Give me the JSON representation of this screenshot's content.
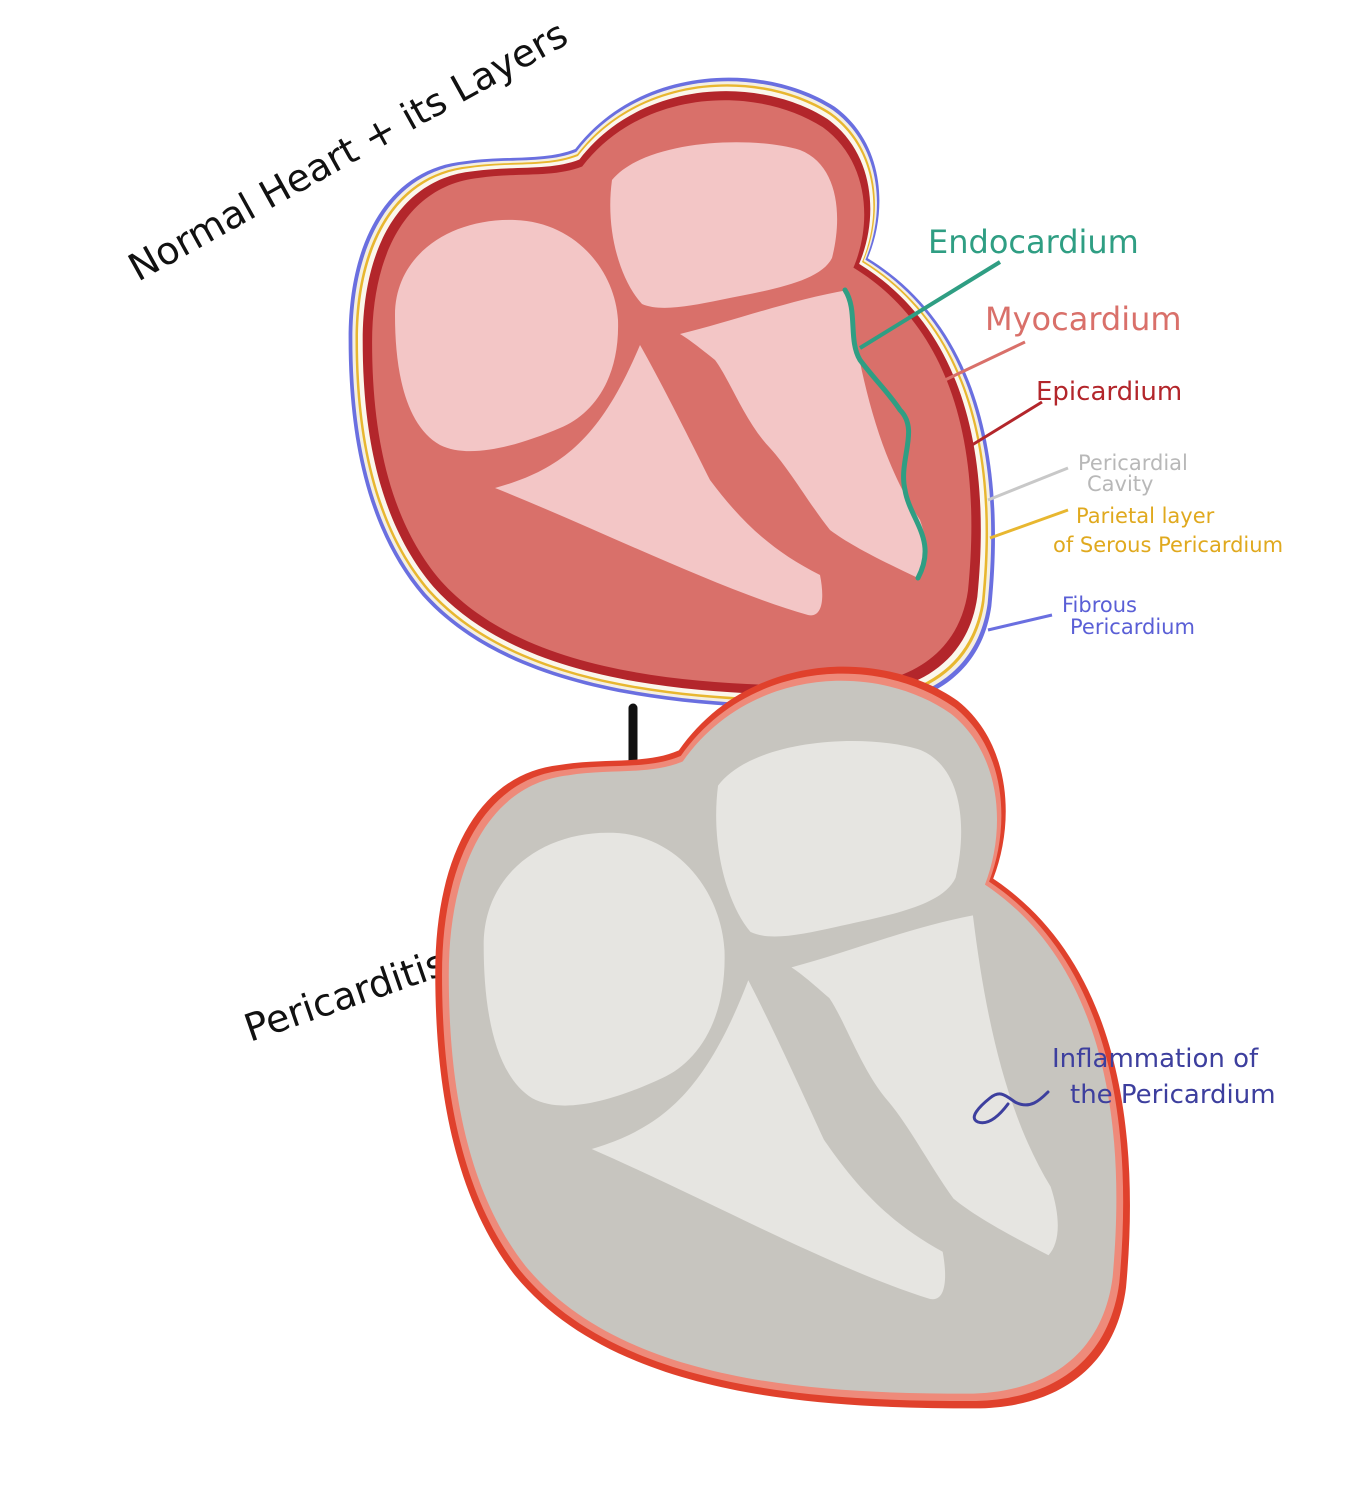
{
  "normal": {
    "title": "Normal Heart + its Layers",
    "labels": {
      "endocardium": "Endocardium",
      "myocardium": "Myocardium",
      "epicardium": "Epicardium",
      "pericardial_cavity_1": "Pericardial",
      "pericardial_cavity_2": "Cavity",
      "parietal_1": "Parietal layer",
      "parietal_2": "of Serous Pericardium",
      "fibrous_1": "Fibrous",
      "fibrous_2": "Pericardium"
    }
  },
  "pericarditis": {
    "title": "Pericarditis",
    "annotation_1": "Inflammation of",
    "annotation_2": "the Pericardium"
  },
  "colors": {
    "endocardium": "#2f9e83",
    "myocardium": "#d9706a",
    "epicardium": "#b3262b",
    "pericardial_cavity": "#c8c8c8",
    "parietal": "#e8b730",
    "fibrous": "#6a6fe0",
    "chamber": "#f3c6c6",
    "inflammation_outer": "#e0412c",
    "inflammation_inner": "#ee8a7a",
    "gray_wall": "#c7c5bf",
    "gray_chamber": "#e6e5e1",
    "annotation": "#3d3f9e",
    "ink": "#111111"
  }
}
